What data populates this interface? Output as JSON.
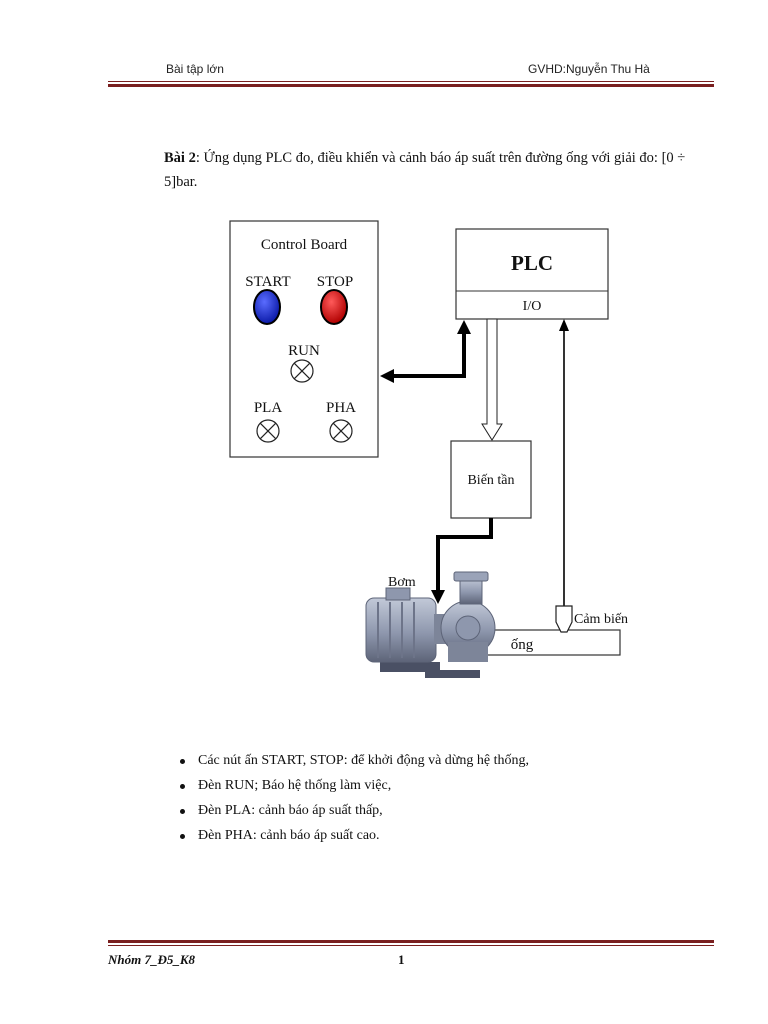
{
  "header": {
    "left": "Bài tập lớn",
    "right": "GVHD:Nguyễn Thu Hà"
  },
  "problem": {
    "label": "Bài 2",
    "text": ": Ứng dụng PLC đo, điều khiển và cảnh báo áp suất trên đường ống với giải đo: [0 ÷ 5]bar."
  },
  "diagram": {
    "control_board": {
      "title": "Control Board",
      "start_label": "START",
      "stop_label": "STOP",
      "run_label": "RUN",
      "pla_label": "PLA",
      "pha_label": "PHA",
      "start_color": "#1e2fd0",
      "stop_color": "#e01010"
    },
    "plc": {
      "title": "PLC",
      "io_label": "I/O"
    },
    "inverter_label": "Biến tần",
    "pump_label": "Bơm",
    "sensor_label": "Cảm biến",
    "pipe_label": "ống"
  },
  "bullets": [
    "Các nút ấn START, STOP: để khởi động và dừng hệ thống,",
    "Đèn RUN; Báo hệ thống làm việc,",
    "Đèn PLA: cảnh báo áp suất thấp,",
    "Đèn PHA: cảnh báo áp suất cao."
  ],
  "footer": {
    "left": "Nhóm 7_Đ5_K8",
    "page_number": "1"
  },
  "colors": {
    "rule": "#7a1f1f",
    "pump_body": "#9aa3b8"
  }
}
